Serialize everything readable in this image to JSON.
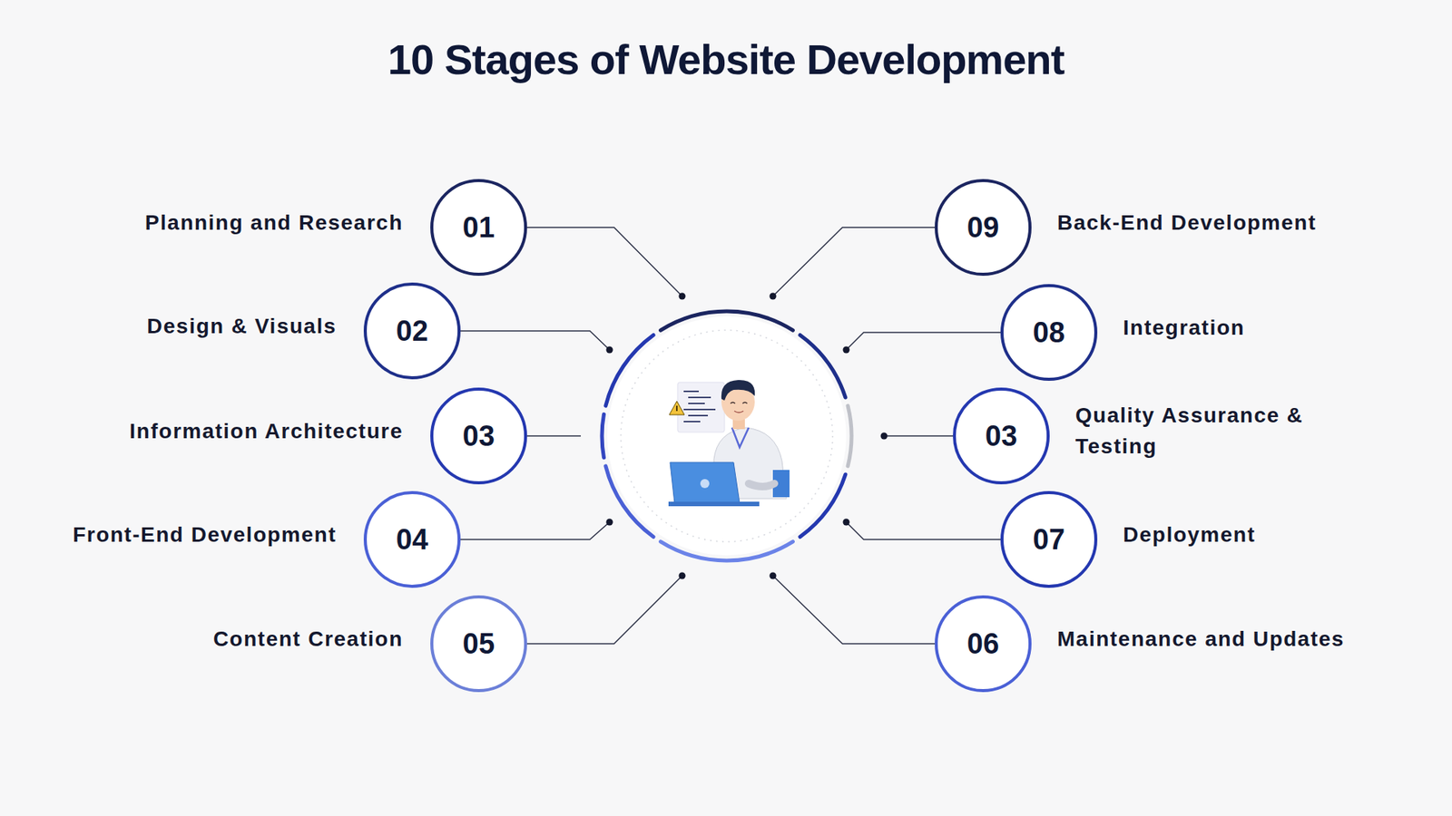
{
  "diagram": {
    "title": "10 Stages of Website Development",
    "nodes": [
      {
        "text": [
          "01",
          "Planning and Research"
        ]
      },
      {
        "text": [
          "02",
          "Design & Visuals"
        ]
      },
      {
        "text": [
          "03",
          "Information Architecture"
        ]
      },
      {
        "text": [
          "04",
          "Front-End Development"
        ]
      },
      {
        "text": [
          "05",
          "Content Creation"
        ]
      },
      {
        "text": [
          "09",
          "Back-End Development"
        ]
      },
      {
        "text": [
          "08",
          "Integration"
        ]
      },
      {
        "text": [
          "03",
          "Quality Assurance & Testing"
        ]
      },
      {
        "text": [
          "07",
          "Deployment"
        ]
      },
      {
        "text": [
          "06",
          "Maintenance and Updates"
        ]
      }
    ]
  }
}
